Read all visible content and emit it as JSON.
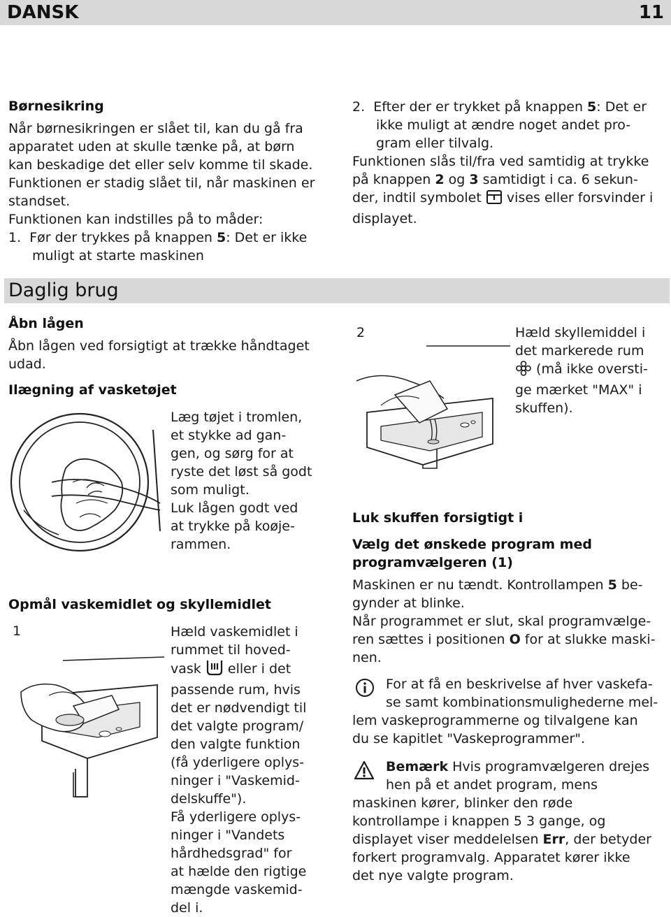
{
  "header": {
    "language": "DANSK",
    "page_number": "11"
  },
  "child_lock": {
    "heading": "Børnesikring",
    "p1": "Når børnesikringen er slået til, kan du gå fra",
    "p2": "apparatet uden at skulle tænke på, at børn",
    "p3": "kan beskadige det eller selv komme til skade.",
    "p4": "Funktionen er stadig slået til, når maskinen er",
    "p5": "standset.",
    "p6": "Funktionen kan indstilles på to måder:",
    "item1_a": "1.  Før der trykkes på knappen ",
    "item1_b": "5",
    "item1_c": ": Det er ikke",
    "item1_d": "muligt at starte maskinen",
    "item2_a": "2.  Efter der er trykket på knappen ",
    "item2_b": "5",
    "item2_c": ": Det er",
    "item2_d": "ikke muligt at ændre noget andet pro-",
    "item2_e": "gram eller tilvalg.",
    "toggle_a": "Funktionen slås til/fra ved samtidig at trykke",
    "toggle_b1": "på knappen ",
    "toggle_b2": "2",
    "toggle_b3": " og ",
    "toggle_b4": "3",
    "toggle_b5": " samtidigt i ca. 6 sekun-",
    "toggle_c1": "der, indtil symbolet ",
    "toggle_c2": " vises eller forsvinder i",
    "toggle_d": "displayet.",
    "lock_icon": "child-lock-icon"
  },
  "section": {
    "title": "Daglig brug"
  },
  "open_door": {
    "heading": "Åbn lågen",
    "p1": "Åbn lågen ved forsigtigt at trække håndtaget",
    "p2": "udad."
  },
  "loading": {
    "heading": "Ilægning af vasketøjet",
    "lines": [
      "Læg tøjet i tromlen,",
      "et stykke ad gan-",
      "gen, og sørg for at",
      "ryste det løst så godt",
      "som muligt.",
      "Luk lågen godt ved",
      "at trykke på koøje-",
      "rammen."
    ]
  },
  "detergent": {
    "heading": "Opmål vaskemidlet og skyllemidlet",
    "step_number": "1",
    "line1": "Hæld vaskemidlet i",
    "line2": "rummet til hoved-",
    "line3_a": "vask ",
    "line3_b": " eller i det",
    "main_wash_icon": "main-wash-compartment-icon",
    "lines_rest": [
      "passende rum, hvis",
      "det er nødvendigt til",
      "det valgte program/",
      "den valgte funktion",
      "(få yderligere oplys-",
      "ninger i \"Vaskemid-",
      "delskuffe\").",
      "Få yderligere oplys-",
      "ninger i \"Vandets",
      "hårdhedsgrad\" for",
      "at hælde den rigtige",
      "mængde vaskemid-",
      "del i."
    ]
  },
  "softener": {
    "step_number": "2",
    "line1": "Hæld skyllemiddel i",
    "line2": "det markerede rum",
    "line3": " (må ikke oversti-",
    "line4": "ge mærket \"MAX\" i",
    "line5": "skuffen).",
    "flower_icon": "softener-flower-icon"
  },
  "close_drawer": {
    "heading": "Luk skuffen forsigtigt i"
  },
  "select_program": {
    "heading1": "Vælg det ønskede program med",
    "heading2": "programvælgeren (1)",
    "p1_a": "Maskinen er nu tændt. Kontrollampen ",
    "p1_b": "5",
    "p1_c": " be-",
    "p2": "gynder at blinke.",
    "p3": "Når programmet er slut, skal programvælge-",
    "p4_a": "ren sættes i positionen ",
    "p4_b": "O",
    "p4_c": " for at slukke maski-",
    "p5": "nen."
  },
  "info_note": {
    "icon": "info-icon",
    "l1": "For at få en beskrivelse af hver vaskefa-",
    "l2": "se samt kombinationsmulighederne mel-",
    "l3": "lem vaskeprogrammerne og tilvalgene kan",
    "l4": "du se kapitlet \"Vaskeprogrammer\"."
  },
  "warning_note": {
    "icon": "warning-icon",
    "l1_a": "Bemærk",
    "l1_b": " Hvis programvælgeren drejes",
    "l2": "hen på et andet program, mens",
    "l3": "maskinen kører, blinker den røde",
    "l4": "kontrollampe i knappen 5 3 gange, og",
    "l5_a": "displayet viser meddelelsen ",
    "l5_b": "Err",
    "l5_c": ", der betyder",
    "l6": "forkert programvalg. Apparatet kører ikke",
    "l7": "det nye valgte program."
  }
}
